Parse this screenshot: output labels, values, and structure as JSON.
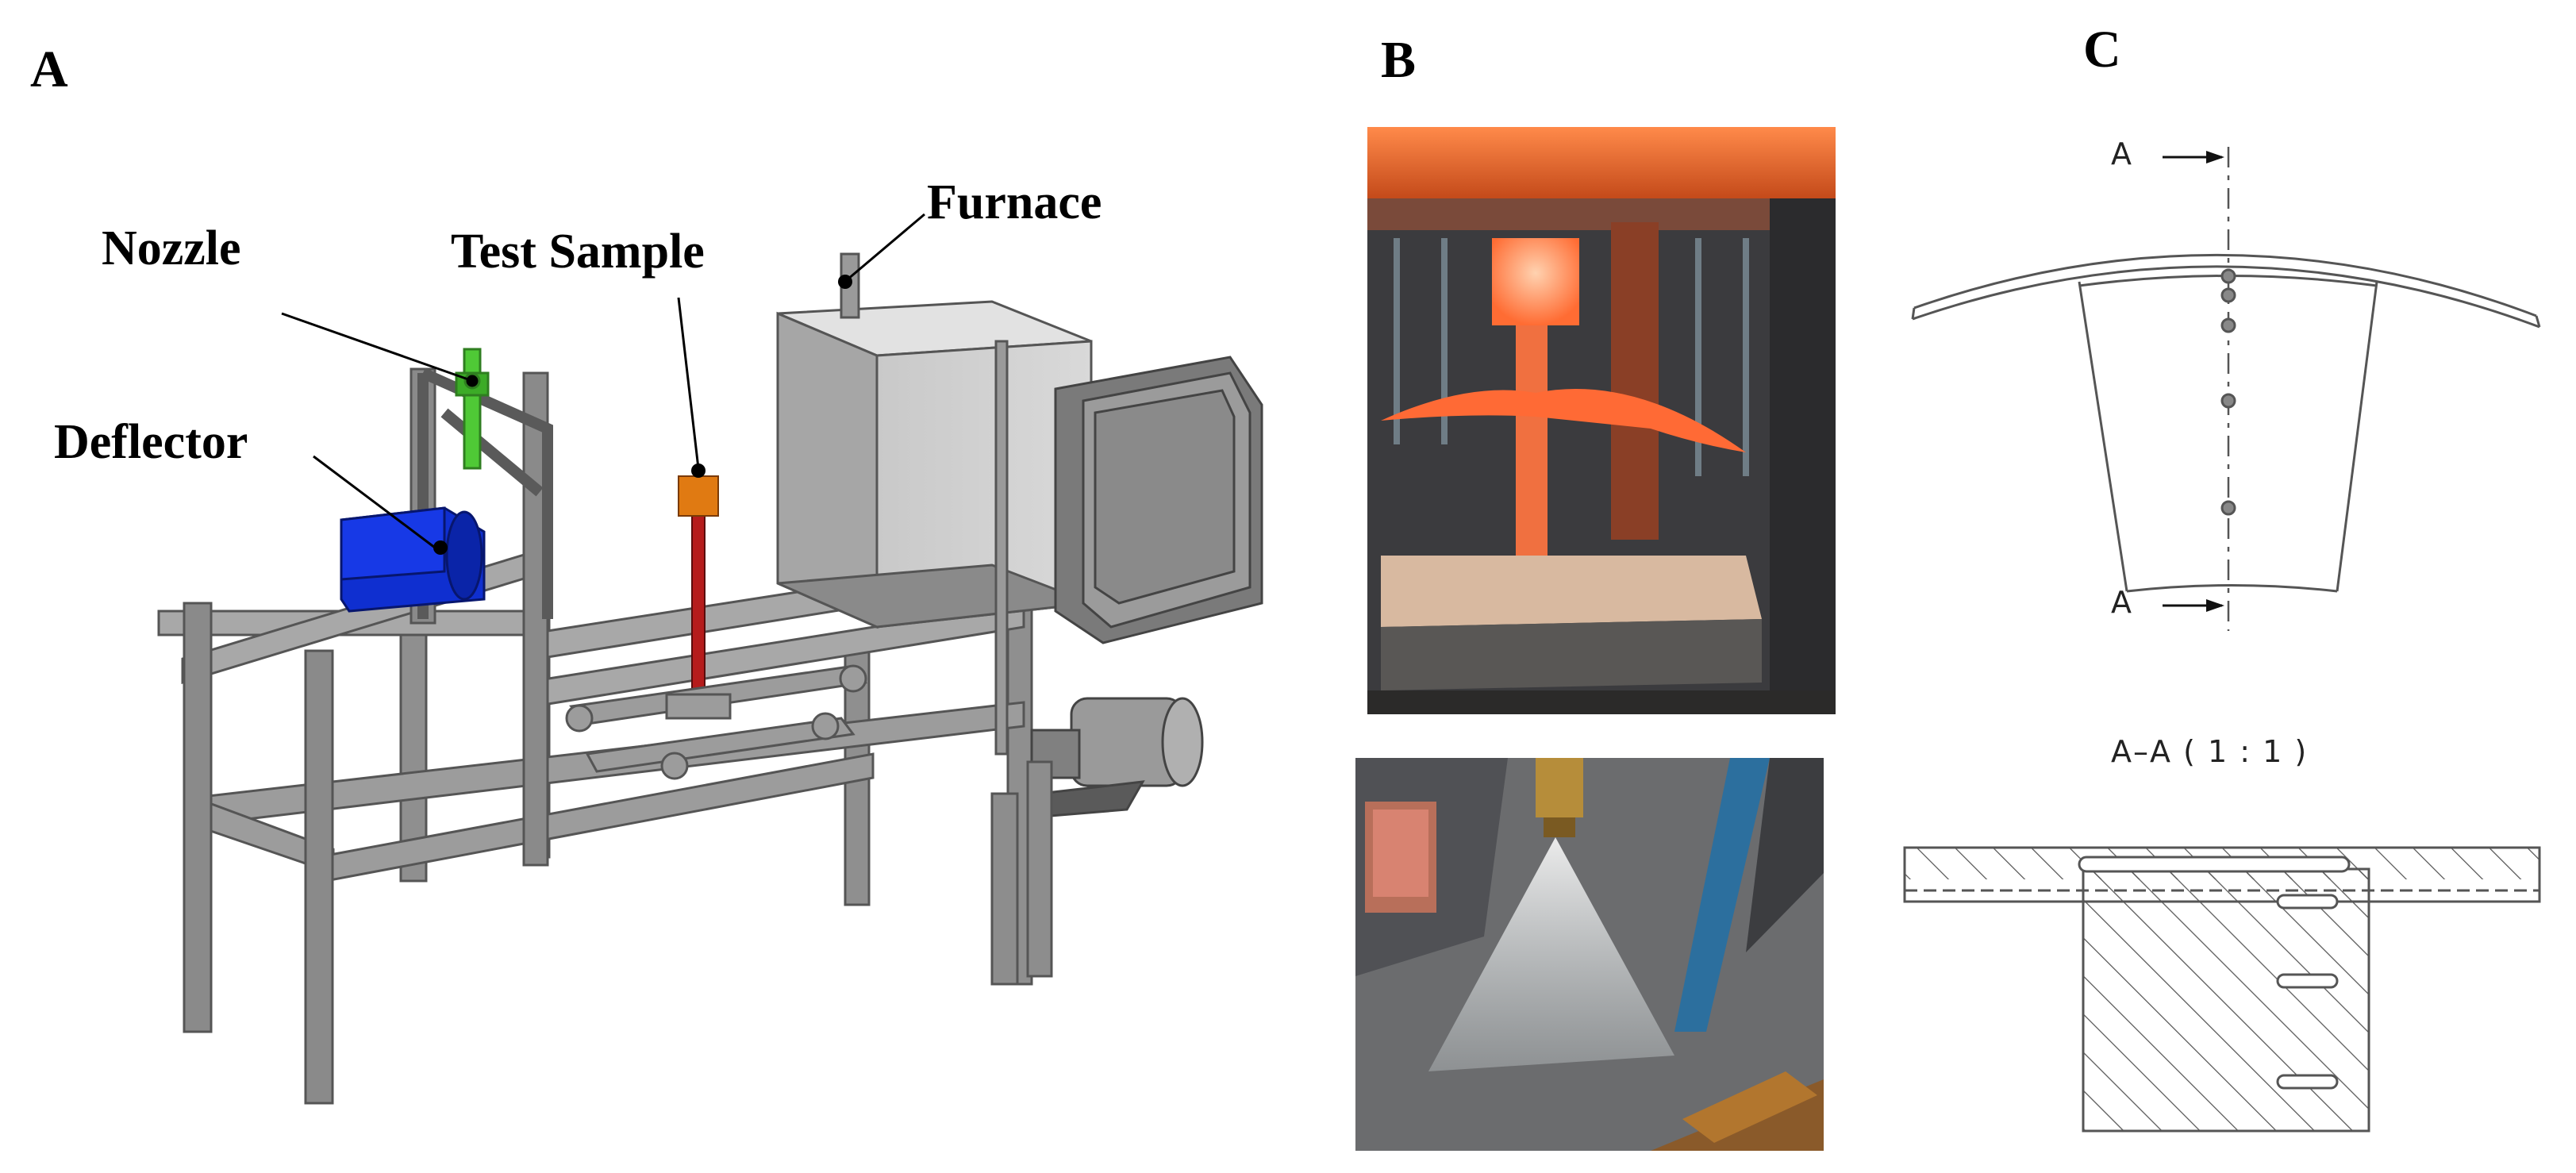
{
  "panels": {
    "a": "A",
    "b": "B",
    "c": "C"
  },
  "labels": {
    "nozzle": "Nozzle",
    "test_sample": "Test Sample",
    "furnace": "Furnace",
    "deflector": "Deflector"
  },
  "section": {
    "mark_top": "A",
    "mark_bottom": "A",
    "title": "A–A ( 1 : 1 )"
  },
  "colors": {
    "frame": "#8e8e8e",
    "frame_dark": "#5e5e5e",
    "furnace": "#cfcfcf",
    "deflector": "#0f2fd0",
    "nozzle": "#4fc936",
    "sample_rod": "#b51c1c",
    "sample_head": "#e07a12",
    "glow": "#ff5a1e"
  }
}
